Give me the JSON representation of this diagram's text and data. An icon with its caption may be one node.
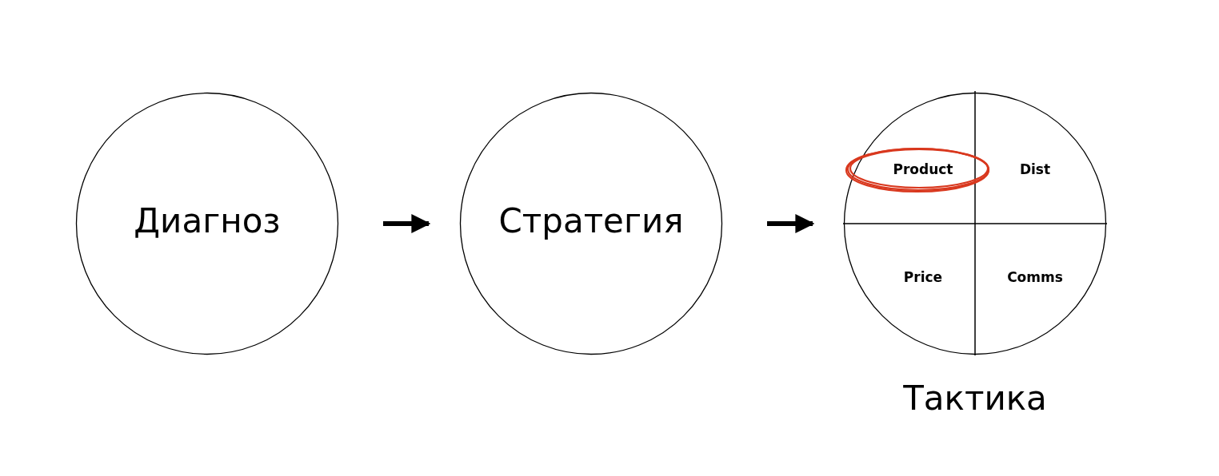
{
  "diagram": {
    "nodes": [
      {
        "text": [
          "Диагноз"
        ]
      },
      {
        "text": [
          "Стратегия"
        ]
      },
      {
        "text": [
          "Тактика"
        ]
      }
    ],
    "edges": [
      {
        "from": 0,
        "to": 1,
        "arrow": "to"
      },
      {
        "from": 1,
        "to": 2,
        "arrow": "to"
      }
    ],
    "labels": [
      "Product",
      "Dist",
      "Price",
      "Comms"
    ]
  }
}
